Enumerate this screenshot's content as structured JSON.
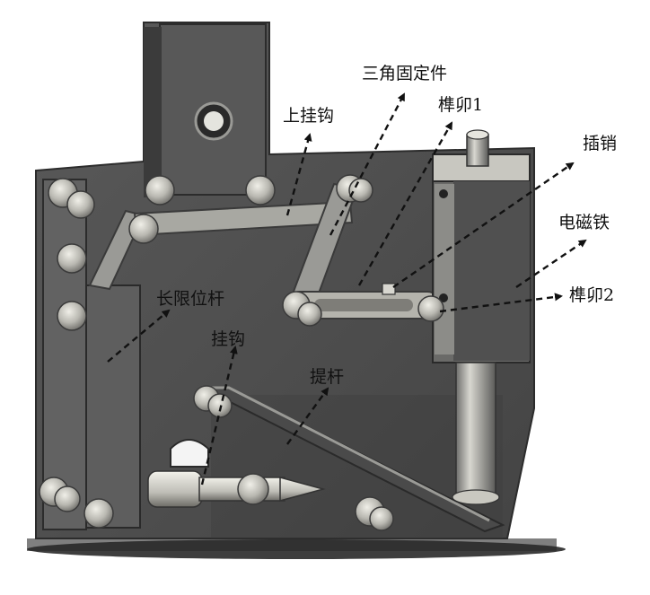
{
  "labels": {
    "triangle_fixture": "三角固定件",
    "upper_hook": "上挂钩",
    "tenon_1": "榫卯1",
    "latch_pin": "插销",
    "electromagnet": "电磁铁",
    "tenon_2": "榫卯2",
    "long_limit_rod": "长限位杆",
    "hook": "挂钩",
    "lift_rod": "提杆"
  },
  "colors": {
    "plate": "#4e4e4e",
    "plate_edge": "#2c2c2c",
    "bracket": "#8a8a88",
    "bolt": "#c9c8c2",
    "arrow": "#111111",
    "shadow": "#1a1a1a"
  }
}
